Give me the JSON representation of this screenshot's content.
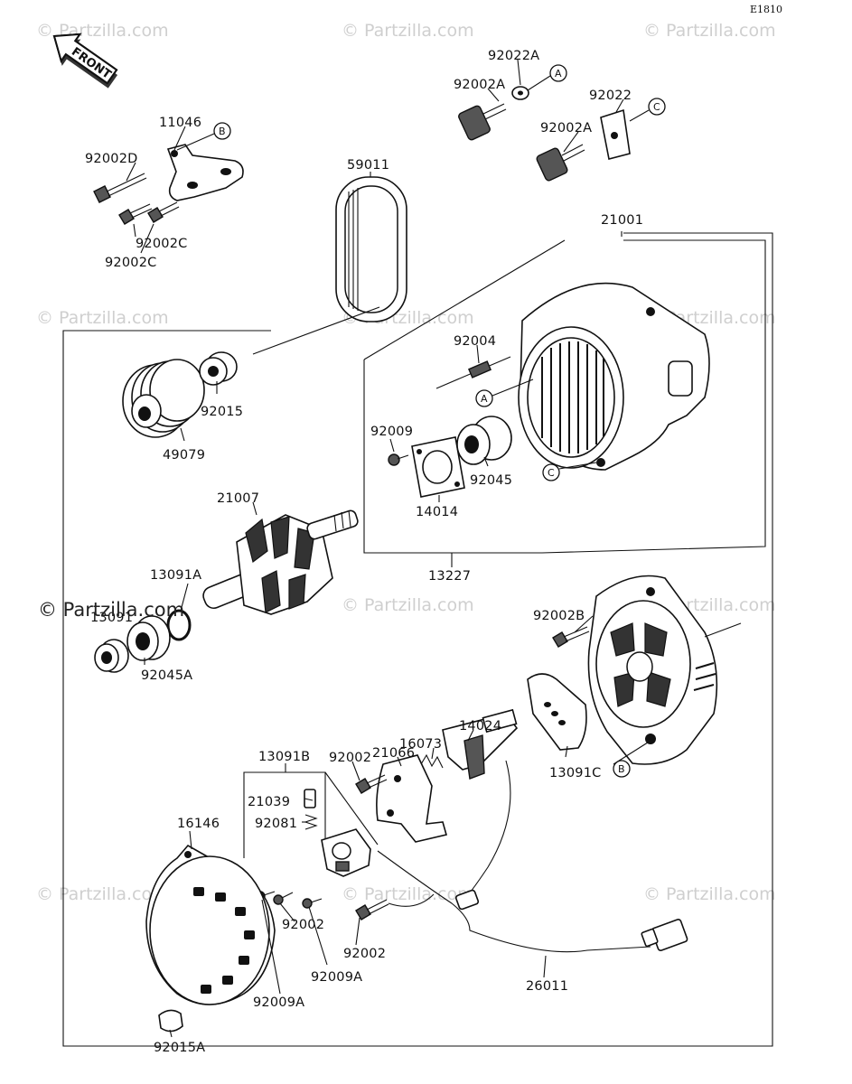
{
  "drawing_code": "E1810",
  "front_tag": "FRONT",
  "watermark": "© Partzilla.com",
  "watermark_dark": "© Partzilla.com",
  "refs": {
    "a": "A",
    "b": "B",
    "c": "C"
  },
  "labels": {
    "p92022A": "92022A",
    "p92002A_1": "92002A",
    "p92022": "92022",
    "p92002A_2": "92002A",
    "p11046": "11046",
    "p92002D": "92002D",
    "p92002C_1": "92002C",
    "p92002C_2": "92002C",
    "p59011": "59011",
    "p21001": "21001",
    "p92004": "92004",
    "p92015": "92015",
    "p49079": "49079",
    "p92009": "92009",
    "p92045": "92045",
    "p14014": "14014",
    "p21007": "21007",
    "p13227": "13227",
    "p13091A": "13091A",
    "p13091": "13091",
    "p92045A": "92045A",
    "p92002B": "92002B",
    "p14024": "14024",
    "p21066": "21066",
    "p16073": "16073",
    "p92002_1": "92002",
    "p13091B": "13091B",
    "p13091C": "13091C",
    "p21039": "21039",
    "p92081": "92081",
    "p16146": "16146",
    "p92002_2": "92002",
    "p92002_3": "92002",
    "p92009A_1": "92009A",
    "p92009A_2": "92009A",
    "p26011": "26011",
    "p92015A": "92015A"
  }
}
